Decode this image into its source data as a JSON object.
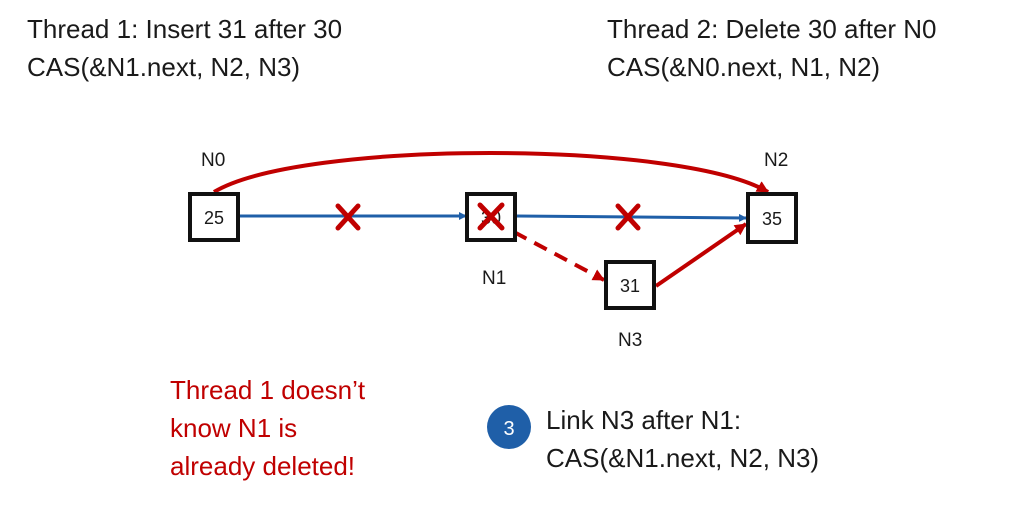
{
  "thread1": {
    "title": "Thread 1: Insert 31 after 30",
    "cas": "CAS(&N1.next, N2, N3)"
  },
  "thread2": {
    "title": "Thread 2: Delete 30 after N0",
    "cas": "CAS(&N0.next, N1, N2)"
  },
  "nodes": {
    "n0": {
      "label": "N0",
      "value": "25"
    },
    "n1": {
      "label": "N1",
      "value": "30"
    },
    "n2": {
      "label": "N2",
      "value": "35"
    },
    "n3": {
      "label": "N3",
      "value": "31"
    }
  },
  "note": {
    "line1": "Thread 1 doesn’t",
    "line2": "know N1 is",
    "line3": "already deleted!"
  },
  "step": {
    "number": "3",
    "line1": "Link N3 after N1:",
    "line2": "CAS(&N1.next, N2, N3)"
  },
  "colors": {
    "blue_arrow": "#1f5fa8",
    "red_arrow": "#c00000",
    "step_circle": "#1f5fa8",
    "note_text": "#c00000"
  }
}
